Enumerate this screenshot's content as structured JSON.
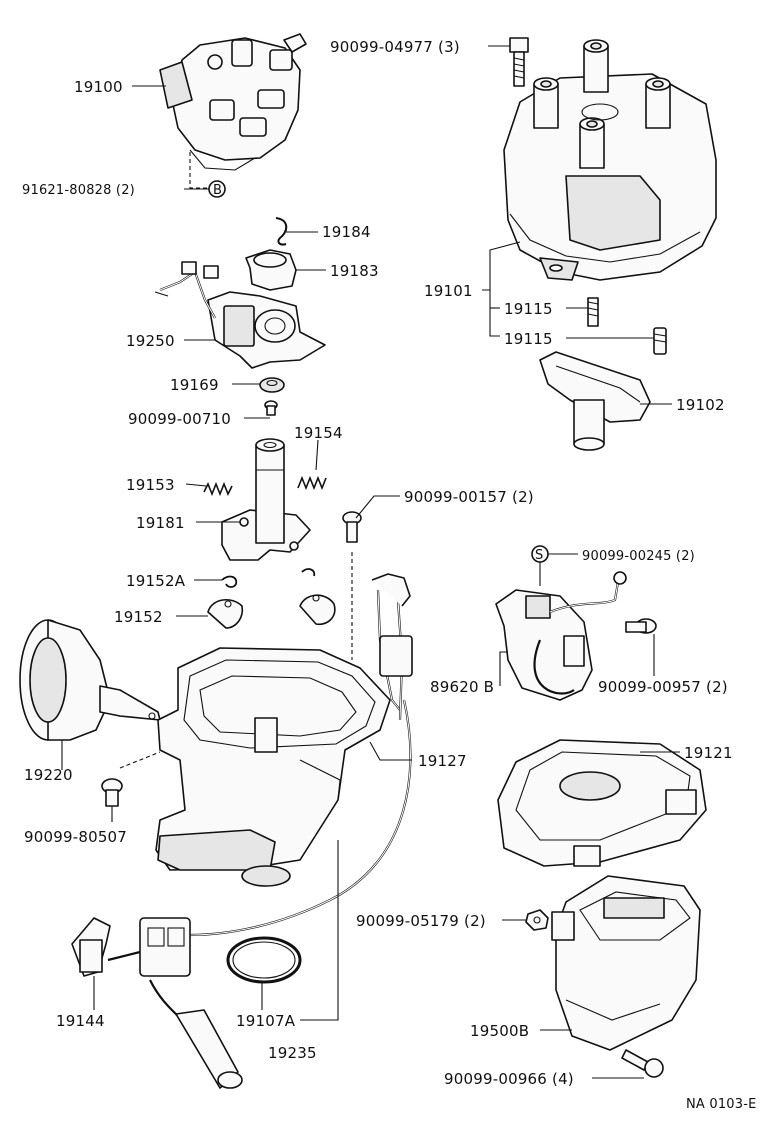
{
  "diagram": {
    "code": "NA 0103-E",
    "labels": {
      "p19100": "19100",
      "p91621": "91621-80828 (2)",
      "markB": "B",
      "p19184": "19184",
      "p19183": "19183",
      "p19250": "19250",
      "p19169": "19169",
      "p90099_00710": "90099-00710",
      "p19154": "19154",
      "p19153": "19153",
      "p19181": "19181",
      "p90099_00157": "90099-00157 (2)",
      "p19152A": "19152A",
      "p19152": "19152",
      "p19220": "19220",
      "p90099_80507": "90099-80507",
      "p19127": "19127",
      "p19144": "19144",
      "p19107A": "19107A",
      "p19235": "19235",
      "p90099_04977": "90099-04977 (3)",
      "p19101": "19101",
      "p19115a": "19115",
      "p19115b": "19115",
      "p19102": "19102",
      "markS": "S",
      "p90099_00245": "90099-00245 (2)",
      "p89620B": "89620 B",
      "p90099_00957": "90099-00957 (2)",
      "p19121": "19121",
      "p90099_05179": "90099-05179 (2)",
      "p19500B": "19500B",
      "p90099_00966": "90099-00966 (4)"
    }
  }
}
